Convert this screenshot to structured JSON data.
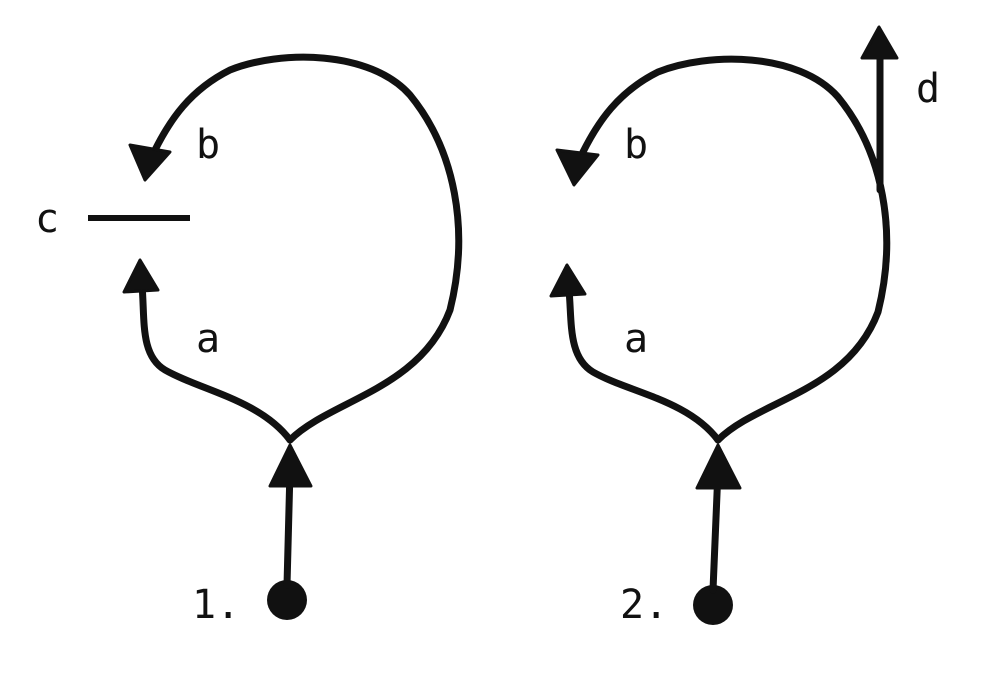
{
  "diagrams": [
    {
      "number": "1.",
      "labels": {
        "a": "a",
        "b": "b",
        "c": "c"
      }
    },
    {
      "number": "2.",
      "labels": {
        "a": "a",
        "b": "b",
        "d": "d"
      }
    }
  ]
}
